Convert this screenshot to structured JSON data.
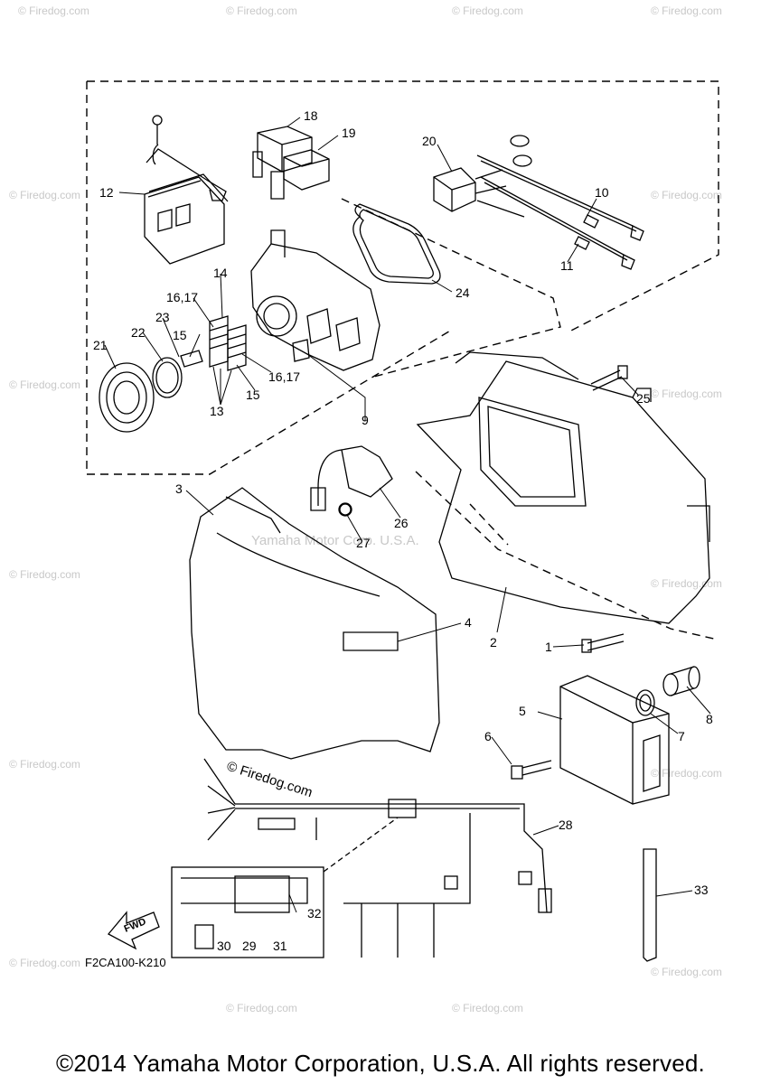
{
  "diagram": {
    "code": "F2CA100-K210",
    "fwd_label": "FWD",
    "center_watermark": "Yamaha Motor Corp. U.S.A.",
    "site_watermark": "© Firedog.com",
    "firedog_inline": "© Firedog.com",
    "copyright": "©2014 Yamaha Motor Corporation, U.S.A. All rights reserved.",
    "callouts": [
      "1",
      "2",
      "3",
      "4",
      "5",
      "6",
      "7",
      "8",
      "9",
      "10",
      "11",
      "12",
      "13",
      "14",
      "15",
      "15",
      "16,17",
      "16,17",
      "18",
      "19",
      "20",
      "21",
      "22",
      "23",
      "24",
      "25",
      "26",
      "27",
      "28",
      "29",
      "30",
      "31",
      "32",
      "33"
    ]
  }
}
